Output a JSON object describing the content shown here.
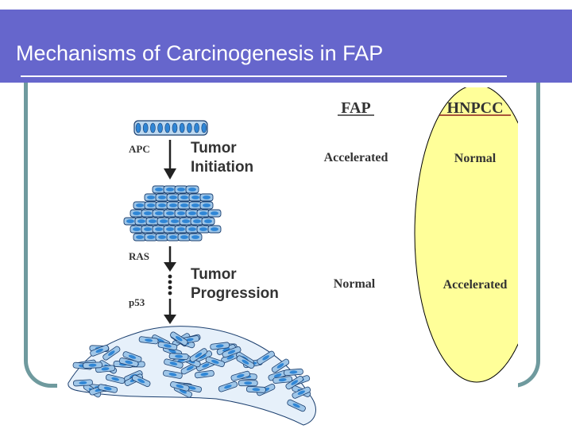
{
  "slide": {
    "title": "Mechanisms of Carcinogenesis in FAP"
  },
  "diagram": {
    "genes": {
      "apc": "APC",
      "ras": "RAS",
      "p53": "p53"
    },
    "stages": {
      "initiation_line1": "Tumor",
      "initiation_line2": "Initiation",
      "progression_line1": "Tumor",
      "progression_line2": "Progression"
    },
    "columns": {
      "fap": {
        "header": "FAP",
        "initiation": "Accelerated",
        "progression": "Normal"
      },
      "hnpcc": {
        "header": "HNPCC",
        "initiation": "Normal",
        "progression": "Accelerated"
      }
    }
  },
  "colors": {
    "title_bar": "#6666cc",
    "title_text": "#ffffff",
    "frame": "#6f9a9e",
    "highlight_fill": "#ffff99",
    "cell_fill": "#9fc6e8",
    "cell_nucleus": "#2f86d6",
    "cell_outline": "#1a3e6e",
    "text": "#333333"
  },
  "icons": {
    "arrow": "down-arrow-icon",
    "dots": "vertical-ellipsis-icon"
  }
}
